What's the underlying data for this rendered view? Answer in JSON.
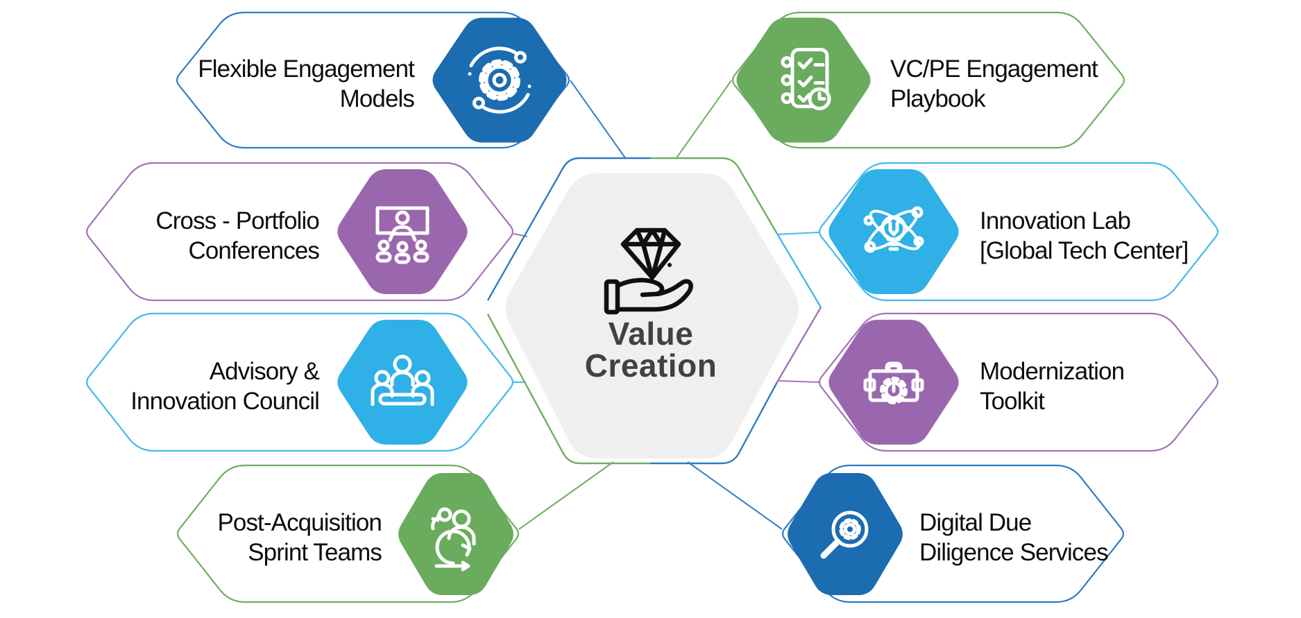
{
  "title": "Value Creation",
  "center": {
    "line1": "Value",
    "line2": "Creation",
    "icon": "diamond-in-hand"
  },
  "items": [
    {
      "id": "flexible-engagement-models",
      "line1": "Flexible Engagement",
      "line2": "Models",
      "icon": "gear-orbit",
      "color": "#1b6cb1",
      "outline": "#2e7cc3"
    },
    {
      "id": "cross-portfolio-conferences",
      "line1": "Cross - Portfolio",
      "line2": "Conferences",
      "icon": "virtual-conference",
      "color": "#9a67ae",
      "outline": "#a173b5"
    },
    {
      "id": "advisory-innovation-council",
      "line1": "Advisory &",
      "line2": "Innovation Council",
      "icon": "people-council",
      "color": "#2fb0e6",
      "outline": "#44b8ea"
    },
    {
      "id": "post-acquisition-sprint-teams",
      "line1": "Post-Acquisition",
      "line2": "Sprint Teams",
      "icon": "sprint-cycle",
      "color": "#6aab5e",
      "outline": "#6fae60"
    },
    {
      "id": "vc-pe-engagement-playbook",
      "line1": "VC/PE Engagement",
      "line2": "Playbook",
      "icon": "checklist-clock",
      "color": "#6aab5e",
      "outline": "#6fae60"
    },
    {
      "id": "innovation-lab-global-tech-center",
      "line1": "Innovation Lab",
      "line2": "[Global Tech Center]",
      "icon": "idea-atom",
      "color": "#2fb0e6",
      "outline": "#44b8ea"
    },
    {
      "id": "modernization-toolkit",
      "line1": "Modernization",
      "line2": "Toolkit",
      "icon": "toolbox-gear",
      "color": "#9a67ae",
      "outline": "#a173b5"
    },
    {
      "id": "digital-due-diligence-services",
      "line1": "Digital Due",
      "line2": "Diligence Services",
      "icon": "magnifier-gear",
      "color": "#1b6cb1",
      "outline": "#2e7cc3"
    }
  ],
  "colors": {
    "background": "#ffffff",
    "center_fill": "#efefef",
    "center_text": "#414144",
    "label_text": "#0d0d0d",
    "icon_stroke": "#ffffff",
    "center_icon_stroke": "#101010"
  }
}
